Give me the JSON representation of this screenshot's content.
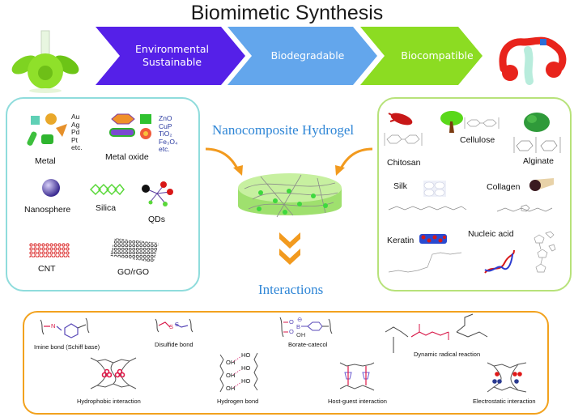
{
  "title": "Biomimetic Synthesis",
  "banner": {
    "steps": [
      {
        "label_line1": "Environmental",
        "label_line2": "Sustainable",
        "color": "#5520e8"
      },
      {
        "label_line1": "Biodegradable",
        "label_line2": "",
        "color": "#63a6ec"
      },
      {
        "label_line1": "Biocompatible",
        "label_line2": "",
        "color": "#8cdc22"
      }
    ],
    "left_icon": "green-flask-icon",
    "right_icon": "protein-structure-icon"
  },
  "left_panel": {
    "border_color": "#8fdcdc",
    "items": [
      {
        "label": "Metal",
        "elements": [
          "Au",
          "Ag",
          "Pd",
          "Pt",
          "etc."
        ]
      },
      {
        "label": "Metal oxide",
        "elements": [
          "ZnO",
          "CuP",
          "TiO₂",
          "Fe₃O₄",
          "etc."
        ]
      },
      {
        "label": "Nanosphere"
      },
      {
        "label": "Silica"
      },
      {
        "label": "QDs"
      },
      {
        "label": "CNT"
      },
      {
        "label": "GO/rGO"
      }
    ]
  },
  "center": {
    "title": "Nanocomposite Hydrogel",
    "bottom_title": "Interactions",
    "text_color": "#2f86d6",
    "arrow_color": "#f29a1e"
  },
  "right_panel": {
    "border_color": "#b7e27a",
    "items": [
      {
        "label": "Chitosan"
      },
      {
        "label": "Cellulose"
      },
      {
        "label": "Alginate"
      },
      {
        "label": "Silk"
      },
      {
        "label": "Collagen"
      },
      {
        "label": "Keratin"
      },
      {
        "label": "Nucleic acid"
      }
    ]
  },
  "interactions_panel": {
    "border_color": "#f2a21e",
    "items": [
      {
        "label": "Imine bond  (Schiff base)"
      },
      {
        "label": "Disulfide bond"
      },
      {
        "label": "Borate-catecol"
      },
      {
        "label": "Dynamic radical reaction"
      },
      {
        "label": "Hydrophobic interaction"
      },
      {
        "label": "Hydrogen bond"
      },
      {
        "label": "Host-guest interaction"
      },
      {
        "label": "Electrostatic interaction"
      }
    ],
    "chem_labels": {
      "n": "N",
      "s": "S",
      "o": "O",
      "b": "B",
      "oh": "OH",
      "ho": "HO",
      "minus": "⊖"
    }
  }
}
